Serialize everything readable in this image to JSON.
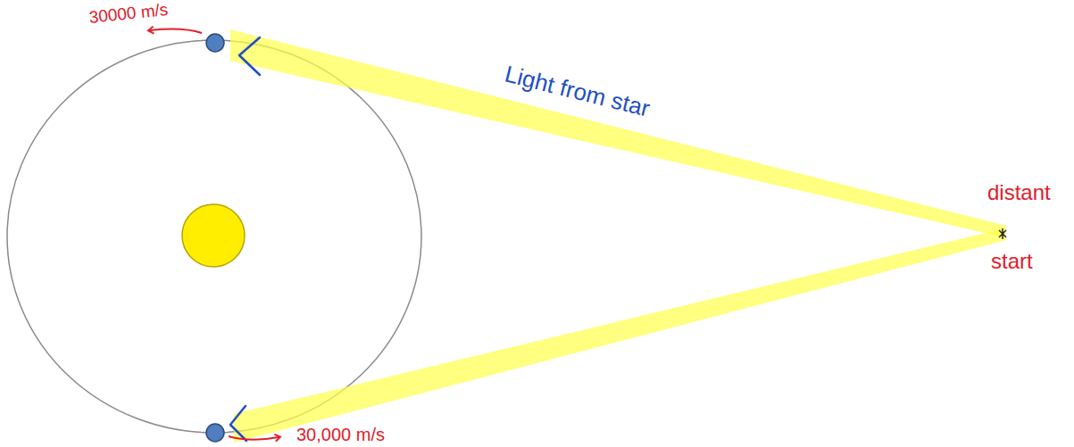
{
  "diagram": {
    "labels": [
      "30000 m/s",
      "Light from star",
      "distant",
      "start",
      "30,000 m/s"
    ]
  }
}
